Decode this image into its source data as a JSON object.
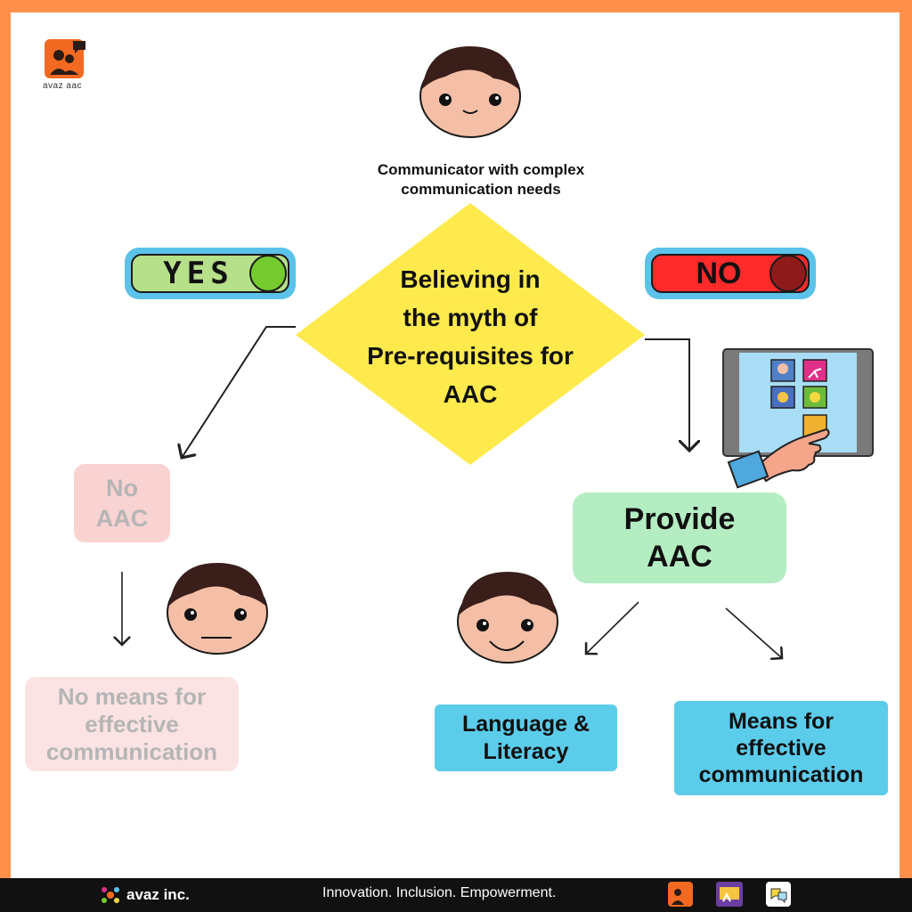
{
  "brand": {
    "logo_caption": "avaz aac",
    "footer_brand": "avaz inc.",
    "tagline": "Innovation. Inclusion. Empowerment."
  },
  "top": {
    "caption": "Communicator with complex communication needs",
    "caption_line1": "Communicator with complex",
    "caption_line2": "communication needs"
  },
  "decision": {
    "line1": "Believing in",
    "line2": "the myth of",
    "line3": "Pre-requisites for",
    "line4": "AAC"
  },
  "yes_toggle": {
    "label": "YES",
    "color": "#B7E08A",
    "knob": "#76CB2E",
    "border": "#5BC2EA"
  },
  "no_toggle": {
    "label": "NO",
    "color": "#FF2A2A",
    "knob": "#8E1A1A",
    "border": "#5BC2EA"
  },
  "left_branch": {
    "no_aac_line1": "No",
    "no_aac_line2": "AAC",
    "outcome_line1": "No means for",
    "outcome_line2": "effective",
    "outcome_line3": "communication"
  },
  "right_branch": {
    "provide_line1": "Provide",
    "provide_line2": "AAC",
    "lang_line1": "Language &",
    "lang_line2": "Literacy",
    "means_line1": "Means for",
    "means_line2": "effective",
    "means_line3": "communication"
  },
  "colors": {
    "frame": "#FF914D",
    "diamond": "#FFEA4D",
    "provide_box": "#B5EDC3",
    "blue_box": "#5CCCEB",
    "faded_box": "#F9D2D2",
    "faded_box_light": "#FBE3E3",
    "face": "#F4BFA6",
    "hair": "#3A1E1A"
  }
}
